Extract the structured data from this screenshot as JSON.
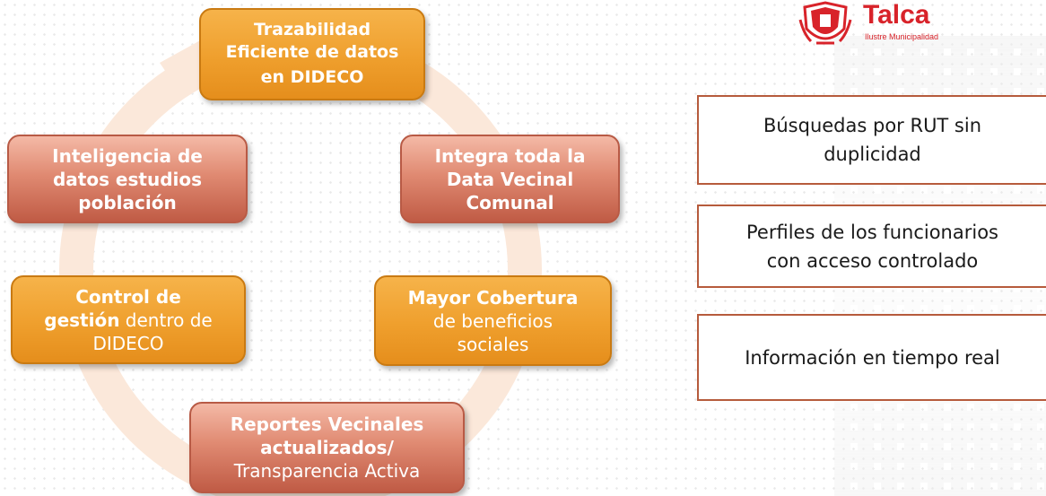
{
  "logo": {
    "name": "Talca",
    "subtitle": "Ilustre Municipalidad",
    "brand_color": "#d8232a",
    "icon": "municipal-shield-icon"
  },
  "cycle": {
    "arrow_color": "#fbe8da",
    "nodes": [
      {
        "id": "trazabilidad",
        "style": "orange",
        "bold_lines": [
          "Trazabilidad",
          "Eficiente de datos",
          "en DIDECO"
        ]
      },
      {
        "id": "integra",
        "style": "salmon",
        "bold_lines": [
          "Integra toda la",
          "Data Vecinal",
          "Comunal"
        ]
      },
      {
        "id": "cobertura",
        "style": "orange",
        "bold": "Mayor Cobertura",
        "normal_lines": [
          "de beneficios",
          "sociales"
        ]
      },
      {
        "id": "reportes",
        "style": "salmon",
        "bold_lines": [
          "Reportes Vecinales",
          "actualizados/"
        ],
        "normal": "Transparencia Activa"
      },
      {
        "id": "control",
        "style": "orange",
        "bold1": "Control de",
        "bold2": "gestión",
        "normal2": " dentro de",
        "normal3": "DIDECO"
      },
      {
        "id": "inteligencia",
        "style": "salmon",
        "bold_lines": [
          "Inteligencia de",
          "datos estudios",
          "población"
        ]
      }
    ]
  },
  "features": [
    {
      "lines": [
        "Búsquedas por RUT sin",
        "duplicidad"
      ]
    },
    {
      "lines": [
        "Perfiles de los funcionarios",
        "con acceso controlado"
      ]
    },
    {
      "lines": [
        "Información en tiempo real"
      ]
    }
  ]
}
